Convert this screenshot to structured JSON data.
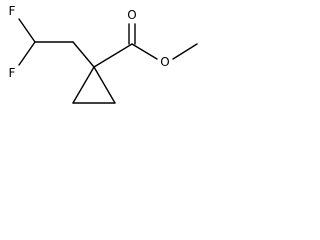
{
  "molecule": {
    "atoms": {
      "fluorine_top": "F",
      "fluorine_bottom": "F",
      "carbonyl_oxygen": "O",
      "ester_oxygen": "O"
    }
  }
}
